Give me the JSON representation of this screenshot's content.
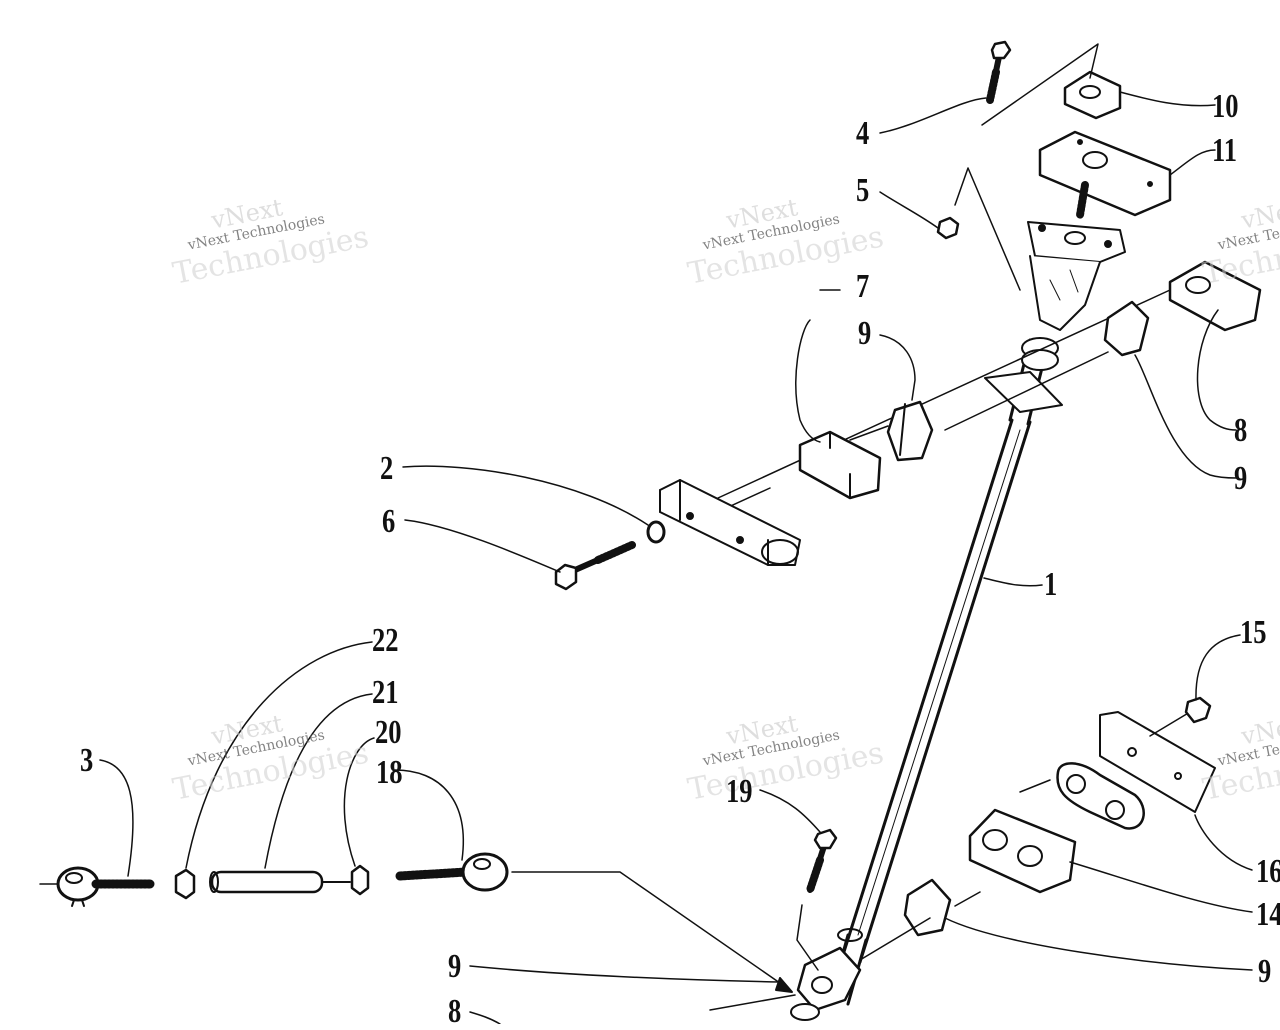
{
  "callouts": {
    "c1": "1",
    "c2": "2",
    "c3": "3",
    "c4": "4",
    "c5": "5",
    "c6": "6",
    "c7": "7",
    "c8a": "8",
    "c8b": "8",
    "c9a": "9",
    "c9b": "9",
    "c9c": "9",
    "c9d": "9",
    "c10": "10",
    "c11": "11",
    "c14": "14",
    "c15": "15",
    "c16": "16",
    "c18": "18",
    "c19": "19",
    "c20": "20",
    "c21": "21",
    "c22": "22"
  },
  "watermark": {
    "line1": "vNext",
    "line2": "vNext Technologies",
    "line3": "Technologies"
  },
  "colors": {
    "ink": "#111111",
    "paper": "#ffffff",
    "watermark": "#9a9a9a"
  }
}
